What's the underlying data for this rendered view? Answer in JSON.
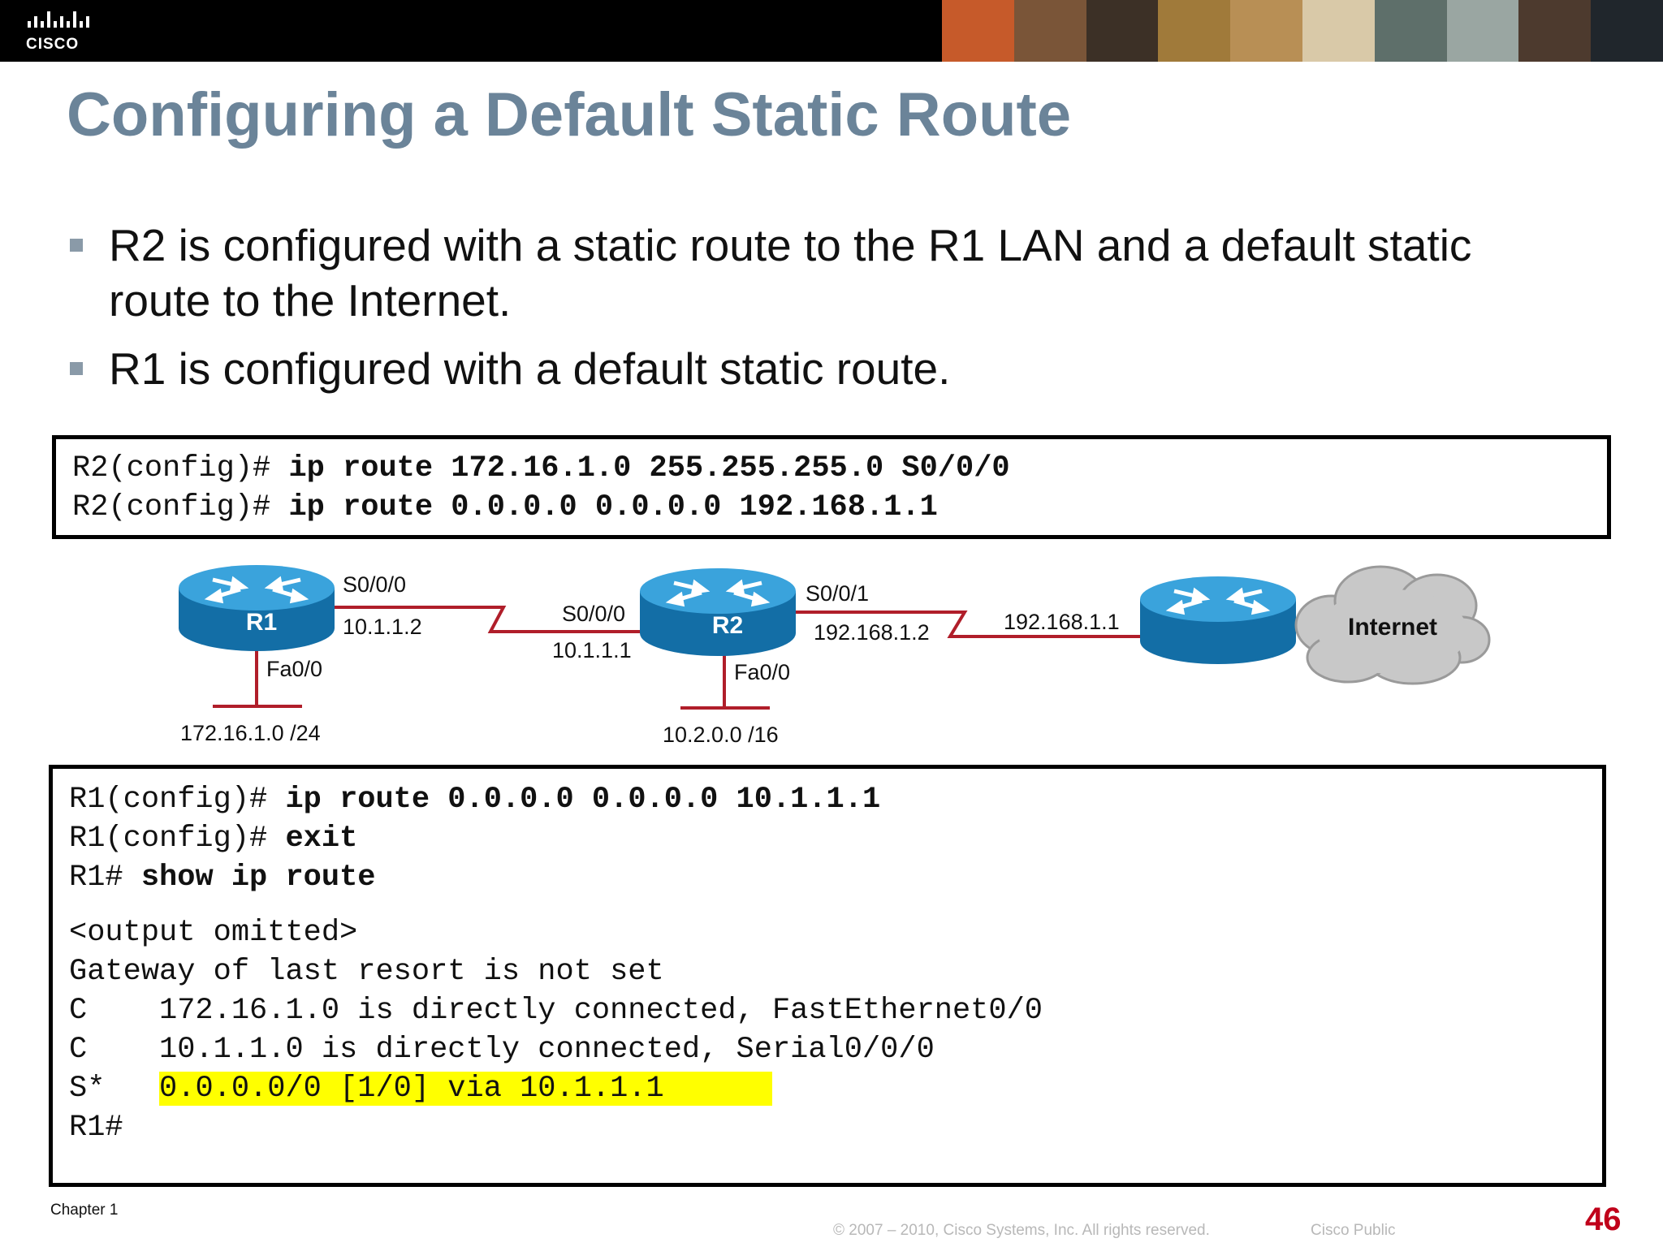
{
  "header": {
    "logo_text": "CISCO",
    "photo_colors": [
      "#c65a2a",
      "#7a5538",
      "#3c3026",
      "#a07a3a",
      "#b88f55",
      "#d9c9a8",
      "#5e6f6a",
      "#9aa6a2",
      "#4d3a2e",
      "#20262c"
    ]
  },
  "title": "Configuring a Default Static Route",
  "bullets": [
    {
      "line1": "R2 is configured with a static route to the R1 LAN and a default static",
      "line2": "route to the Internet."
    },
    {
      "line1": "R1 is configured with a default static route.",
      "line2": ""
    }
  ],
  "r2_config": [
    {
      "prompt": "R2(config)# ",
      "command": "ip route 172.16.1.0 255.255.255.0 S0/0/0"
    },
    {
      "prompt": "R2(config)# ",
      "command": "ip route 0.0.0.0 0.0.0.0 192.168.1.1"
    }
  ],
  "topology": {
    "r1": {
      "label": "R1",
      "serial_if": "S0/0/0",
      "serial_ip": "10.1.1.2",
      "lan_if": "Fa0/0",
      "lan_net": "172.16.1.0 /24"
    },
    "r2": {
      "label": "R2",
      "serial_if_left": "S0/0/0",
      "serial_ip_left": "10.1.1.1",
      "serial_if_right": "S0/0/1",
      "serial_ip_right": "192.168.1.2",
      "lan_if": "Fa0/0",
      "lan_net": "10.2.0.0 /16"
    },
    "isp": {
      "ip": "192.168.1.1"
    },
    "internet_label": "Internet",
    "link_color": "#b01e2a",
    "router_color": "#1f86c5"
  },
  "r1_config": {
    "commands": [
      {
        "prompt": "R1(config)# ",
        "command": "ip route 0.0.0.0 0.0.0.0 10.1.1.1"
      },
      {
        "prompt": "R1(config)# ",
        "command": "exit"
      },
      {
        "prompt": "R1# ",
        "command": "show ip route"
      }
    ],
    "output": [
      "<output omitted>",
      "Gateway of last resort is not set",
      "C    172.16.1.0 is directly connected, FastEthernet0/0",
      "C    10.1.1.0 is directly connected, Serial0/0/0"
    ],
    "highlight_prefix": "S*   ",
    "highlight_text": "0.0.0.0/0 [1/0] via 10.1.1.1      ",
    "final_prompt": "R1#"
  },
  "footer": {
    "chapter": "Chapter 1",
    "copyright": "© 2007 – 2010, Cisco Systems, Inc. All rights reserved.",
    "classification": "Cisco Public",
    "page_number": "46"
  }
}
